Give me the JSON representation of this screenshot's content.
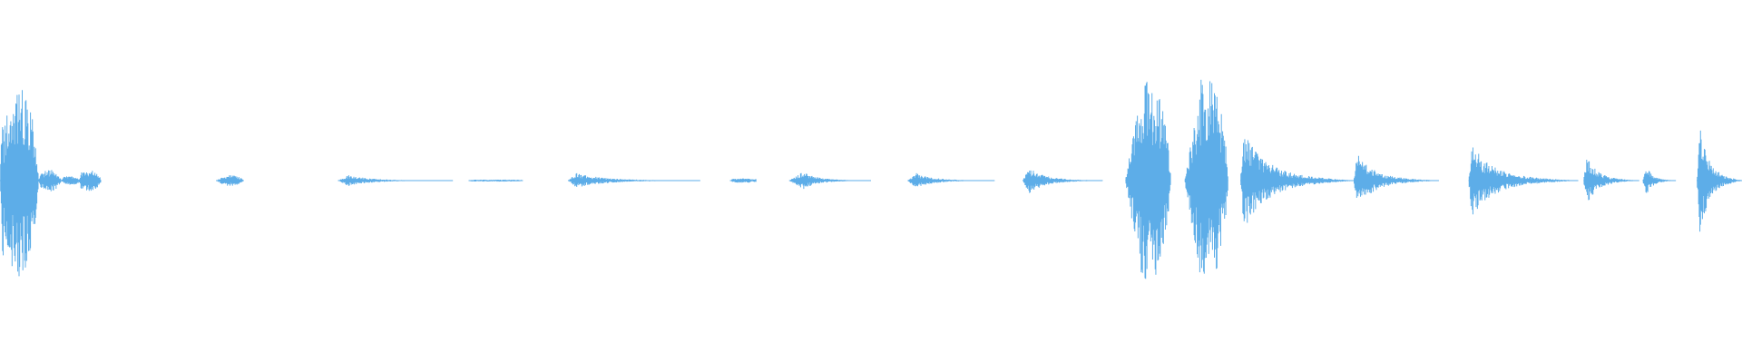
{
  "chart_data": {
    "type": "area",
    "title": "",
    "xlabel": "",
    "ylabel": "",
    "ylim": [
      -1,
      1
    ],
    "grid": false,
    "legend": "none",
    "series_color": "#5DADE8",
    "x_domain": [
      0,
      1
    ],
    "segments": [
      {
        "start": 0.0,
        "end": 0.022,
        "peak": 0.91,
        "attack": 0.002,
        "shape": "burst"
      },
      {
        "start": 0.022,
        "end": 0.035,
        "peak": 0.1,
        "attack": 0.002,
        "shape": "burst"
      },
      {
        "start": 0.035,
        "end": 0.045,
        "peak": 0.04,
        "attack": 0.002,
        "shape": "flat"
      },
      {
        "start": 0.045,
        "end": 0.058,
        "peak": 0.1,
        "attack": 0.002,
        "shape": "burst"
      },
      {
        "start": 0.124,
        "end": 0.14,
        "peak": 0.05,
        "attack": 0.005,
        "shape": "burst"
      },
      {
        "start": 0.194,
        "end": 0.26,
        "peak": 0.05,
        "attack": 0.006,
        "shape": "tail"
      },
      {
        "start": 0.269,
        "end": 0.3,
        "peak": 0.01,
        "attack": 0.002,
        "shape": "flat"
      },
      {
        "start": 0.326,
        "end": 0.402,
        "peak": 0.07,
        "attack": 0.005,
        "shape": "tail"
      },
      {
        "start": 0.419,
        "end": 0.434,
        "peak": 0.02,
        "attack": 0.002,
        "shape": "flat"
      },
      {
        "start": 0.453,
        "end": 0.5,
        "peak": 0.08,
        "attack": 0.008,
        "shape": "tail"
      },
      {
        "start": 0.521,
        "end": 0.571,
        "peak": 0.07,
        "attack": 0.005,
        "shape": "tail"
      },
      {
        "start": 0.587,
        "end": 0.633,
        "peak": 0.12,
        "attack": 0.004,
        "shape": "tail"
      },
      {
        "start": 0.646,
        "end": 0.672,
        "peak": 0.95,
        "attack": 0.01,
        "shape": "burst"
      },
      {
        "start": 0.68,
        "end": 0.705,
        "peak": 0.98,
        "attack": 0.01,
        "shape": "burst"
      },
      {
        "start": 0.712,
        "end": 0.778,
        "peak": 0.45,
        "attack": 0.002,
        "shape": "tail"
      },
      {
        "start": 0.777,
        "end": 0.826,
        "peak": 0.25,
        "attack": 0.002,
        "shape": "tail"
      },
      {
        "start": 0.843,
        "end": 0.906,
        "peak": 0.33,
        "attack": 0.002,
        "shape": "tail"
      },
      {
        "start": 0.909,
        "end": 0.941,
        "peak": 0.22,
        "attack": 0.002,
        "shape": "tail"
      },
      {
        "start": 0.943,
        "end": 0.95,
        "peak": 0.03,
        "attack": 0.001,
        "shape": "flat"
      },
      {
        "start": 0.943,
        "end": 0.962,
        "peak": 0.14,
        "attack": 0.002,
        "shape": "tail"
      },
      {
        "start": 0.974,
        "end": 1.0,
        "peak": 0.53,
        "attack": 0.002,
        "shape": "tail"
      }
    ]
  }
}
